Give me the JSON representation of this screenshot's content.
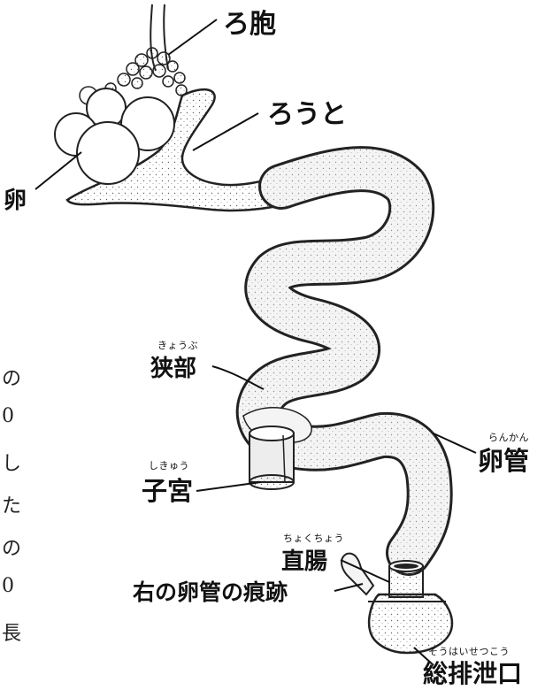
{
  "labels": {
    "rohou": "ろ胞",
    "routo": "ろうと",
    "ran": "卵",
    "kyoubu": "狭部",
    "kyoubu_ruby": "きょうぶ",
    "kankan": "卵管",
    "kankan_ruby": "らんかん",
    "shikyu": "子宮",
    "shikyu_ruby": "しきゅう",
    "chokuchou": "直腸",
    "chokuchou_ruby": "ちょくちょう",
    "konseki": "右の卵管の痕跡",
    "souhaisetsukou": "総排泄口",
    "souhaisetsukou_ruby": "そうはいせつこう"
  },
  "side_text": [
    "の",
    "0",
    "し",
    "た",
    "の",
    "0",
    "長"
  ]
}
